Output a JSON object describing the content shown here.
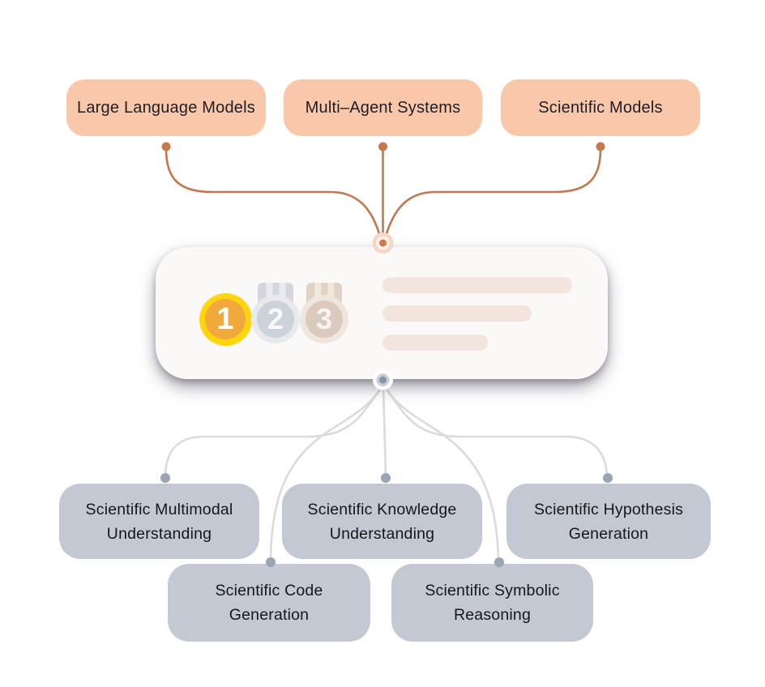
{
  "figure": {
    "title_hint": "inputs feeding a leaderboard card that branches into scientific capability categories",
    "top_nodes": [
      {
        "id": "llm",
        "label": "Large Language Models"
      },
      {
        "id": "mas",
        "label": "Multi–Agent Systems"
      },
      {
        "id": "sci_models",
        "label": "Scientific Models"
      }
    ],
    "leaderboard_card": {
      "medals": [
        {
          "rank": "1",
          "tier": "gold"
        },
        {
          "rank": "2",
          "tier": "silver"
        },
        {
          "rank": "3",
          "tier": "bronze"
        }
      ],
      "placeholder_lines": 3
    },
    "bottom_nodes": [
      {
        "id": "multimodal",
        "label": "Scientific Multimodal Understanding"
      },
      {
        "id": "knowledge",
        "label": "Scientific Knowledge Understanding"
      },
      {
        "id": "hypothesis",
        "label": "Scientific Hypothesis Generation"
      },
      {
        "id": "code",
        "label": "Scientific Code Generation"
      },
      {
        "id": "symbolic",
        "label": "Scientific Symbolic Reasoning"
      }
    ],
    "colors": {
      "background": "#ffffff",
      "top_node_bg": "#f9c8aa",
      "top_connector": "#be7951",
      "top_connector_dot": "#c4794e",
      "bottom_node_bg": "#c3c8d3",
      "bottom_connector": "#dbdbd9",
      "bottom_connector_dot": "#9aa4b4",
      "card_bg": "#faf9f8",
      "placeholder_bar": "#f3e4dd",
      "gold": "#ffd60e",
      "gold_core": "#f2a93b",
      "silver": "#e7e9ed",
      "silver_core": "#cdd1d9",
      "bronze": "#efe6de",
      "bronze_core": "#dacabd",
      "top_hub_dot": "#cd7a51",
      "bottom_hub_dot": "#8795a8",
      "text": "#1a1a20"
    }
  }
}
